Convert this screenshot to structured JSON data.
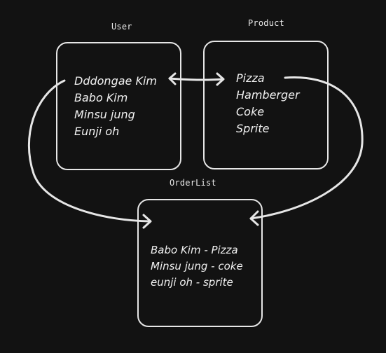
{
  "diagram": {
    "user": {
      "title": "User",
      "items": [
        "Dddongae Kim",
        "Babo Kim",
        "Minsu jung",
        "Eunji oh"
      ]
    },
    "product": {
      "title": "Product",
      "items": [
        "Pizza",
        "Hamberger",
        "Coke",
        "Sprite"
      ]
    },
    "orderlist": {
      "title": "OrderList",
      "items": [
        "Babo Kim - Pizza",
        "Minsu jung - coke",
        "eunji oh - sprite"
      ]
    }
  },
  "colors": {
    "background": "#121212",
    "stroke": "#e6e6e6",
    "text": "#f0f0f0"
  }
}
